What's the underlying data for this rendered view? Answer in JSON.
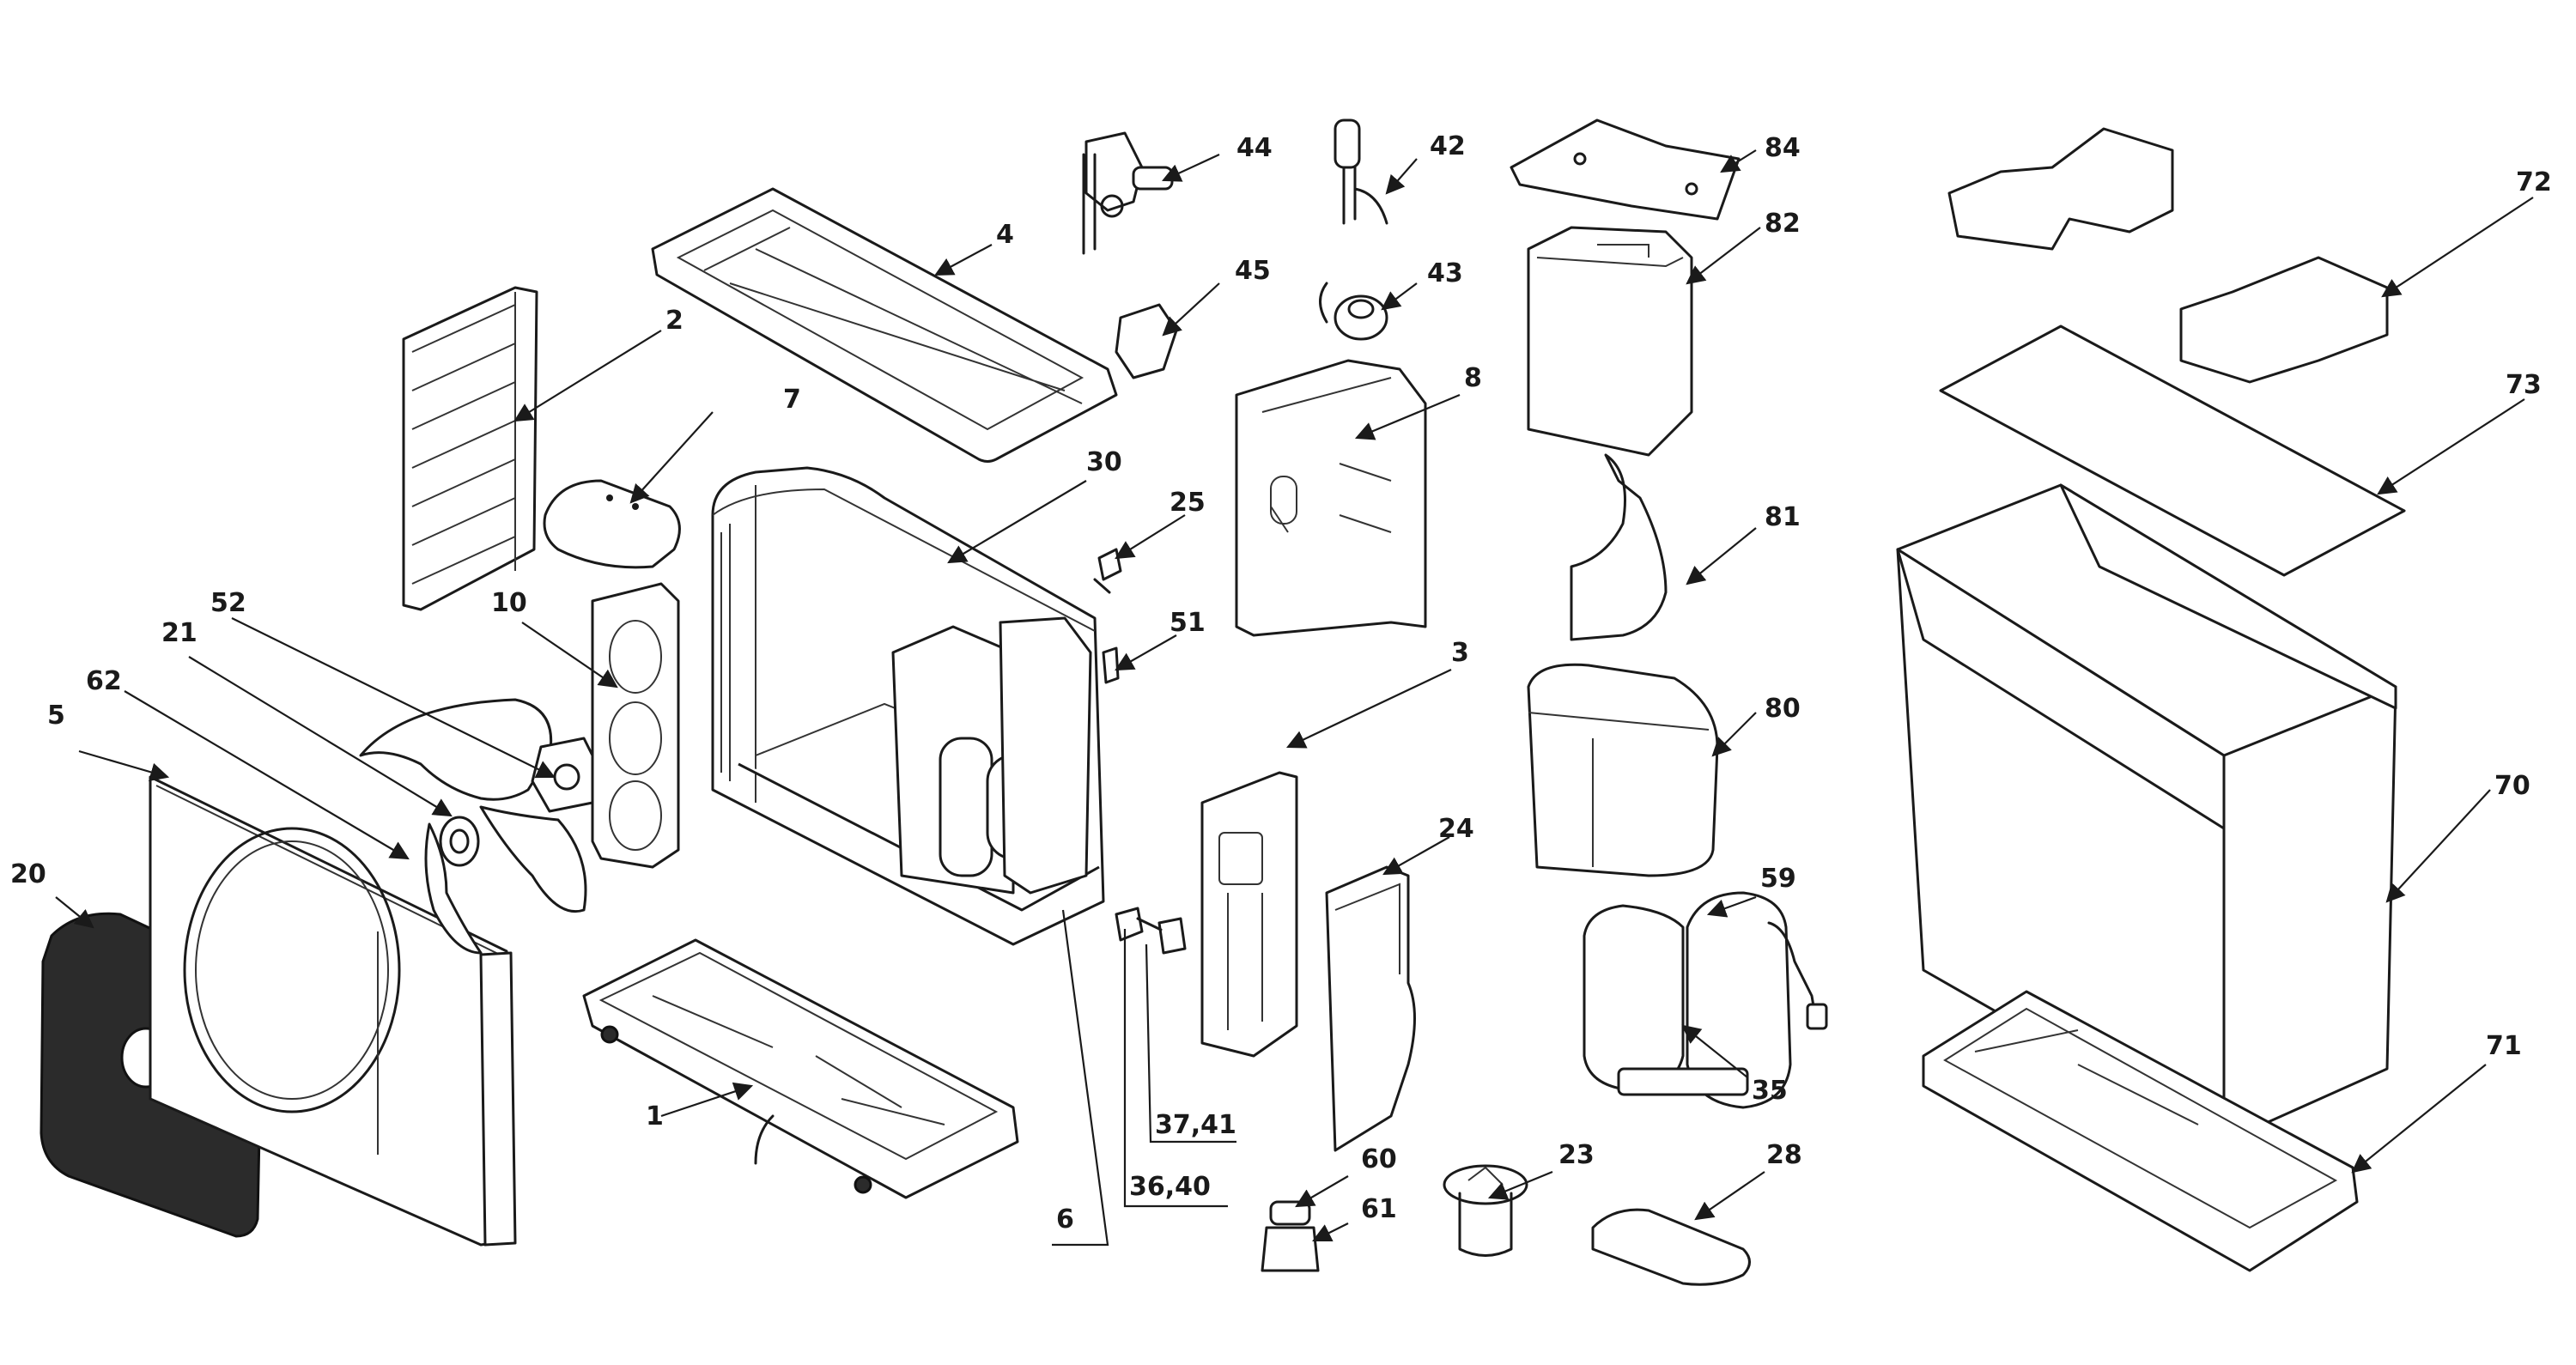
{
  "callouts": {
    "c1": "1",
    "c2": "2",
    "c3": "3",
    "c4": "4",
    "c5": "5",
    "c6": "6",
    "c7": "7",
    "c8": "8",
    "c10": "10",
    "c20": "20",
    "c21": "21",
    "c23": "23",
    "c24": "24",
    "c25": "25",
    "c28": "28",
    "c30": "30",
    "c35": "35",
    "c36_40": "36,40",
    "c37_41": "37,41",
    "c42": "42",
    "c43": "43",
    "c44": "44",
    "c45": "45",
    "c51": "51",
    "c52": "52",
    "c59": "59",
    "c60": "60",
    "c61": "61",
    "c62": "62",
    "c70": "70",
    "c71": "71",
    "c72": "72",
    "c73": "73",
    "c80": "80",
    "c81": "81",
    "c82": "82",
    "c84": "84"
  }
}
